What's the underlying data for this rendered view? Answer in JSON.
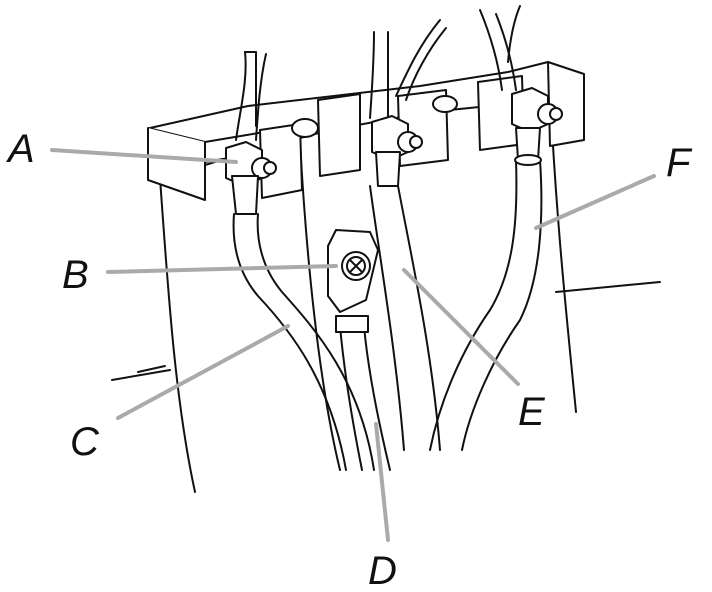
{
  "colors": {
    "line": "#111111",
    "leader": "#aaaaaa",
    "background": "#ffffff"
  },
  "labels": {
    "a": "A",
    "b": "B",
    "c": "C",
    "d": "D",
    "e": "E",
    "f": "F"
  }
}
